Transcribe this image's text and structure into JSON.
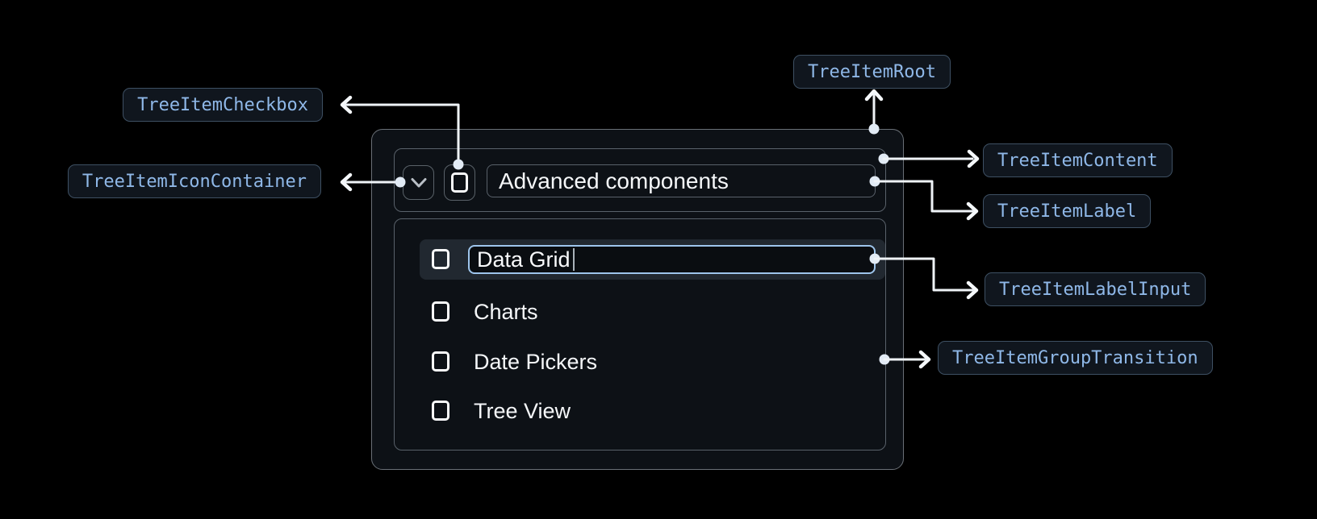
{
  "badges": {
    "checkbox": "TreeItemCheckbox",
    "icon_container": "TreeItemIconContainer",
    "root": "TreeItemRoot",
    "content": "TreeItemContent",
    "label": "TreeItemLabel",
    "label_input": "TreeItemLabelInput",
    "group_transition": "TreeItemGroupTransition"
  },
  "tree_item": {
    "parent_label": "Advanced components",
    "children": [
      {
        "label": "Data Grid",
        "state": "editing",
        "checked": false
      },
      {
        "label": "Charts",
        "state": "default",
        "checked": false
      },
      {
        "label": "Date Pickers",
        "state": "default",
        "checked": false
      },
      {
        "label": "Tree View",
        "state": "default",
        "checked": false
      }
    ]
  },
  "icons": {
    "expand": "chevron-down-icon",
    "checkbox_unchecked": "checkbox-blank-outline-icon"
  },
  "colors": {
    "background": "#000000",
    "badge_background": "#10161E",
    "badge_border": "#3E5063",
    "badge_text": "#8FB8E8",
    "box_border": "#59616A",
    "root_border": "#6A7077",
    "root_background": "#0D1116",
    "row_highlight": "#212830",
    "focus_ring": "#9EC5EC",
    "connector": "#EFF3F7",
    "text": "#F5F7F9"
  }
}
